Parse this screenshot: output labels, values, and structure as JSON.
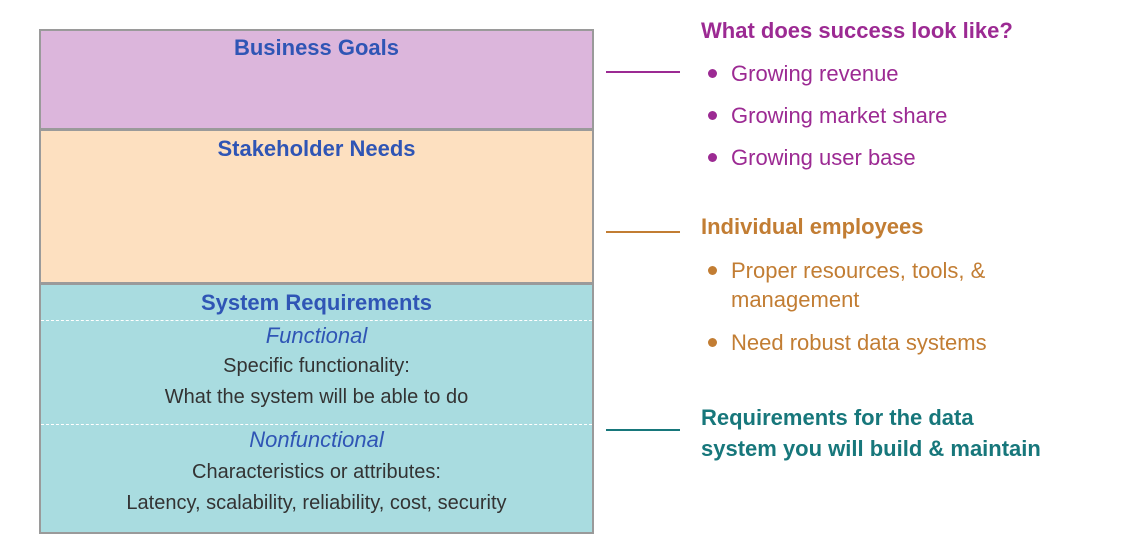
{
  "stack": {
    "business_goals": {
      "title": "Business Goals"
    },
    "stakeholder_needs": {
      "title": "Stakeholder Needs"
    },
    "system_requirements": {
      "title": "System Requirements",
      "functional": {
        "title": "Functional",
        "lines": [
          "Specific functionality:",
          "What the system will be able to do"
        ]
      },
      "nonfunctional": {
        "title": "Nonfunctional",
        "lines": [
          "Characteristics or attributes:",
          "Latency, scalability, reliability, cost, security"
        ]
      }
    }
  },
  "success": {
    "heading": "What does success look like?",
    "items": [
      "Growing revenue",
      "Growing market share",
      "Growing user base"
    ]
  },
  "employees": {
    "heading": "Individual employees",
    "items": [
      "Proper resources, tools, & management",
      "Need robust data systems"
    ]
  },
  "system": {
    "heading_lines": [
      "Requirements for the data",
      "system you will build & maintain"
    ]
  },
  "colors": {
    "business_goals_fill": "#dcb6dc",
    "stakeholder_needs_fill": "#fde0c0",
    "system_requirements_fill": "#a9dce0",
    "block_title": "#2f55b5",
    "success_accent": "#9c2a93",
    "employees_accent": "#c27d33",
    "system_accent": "#17777b"
  }
}
